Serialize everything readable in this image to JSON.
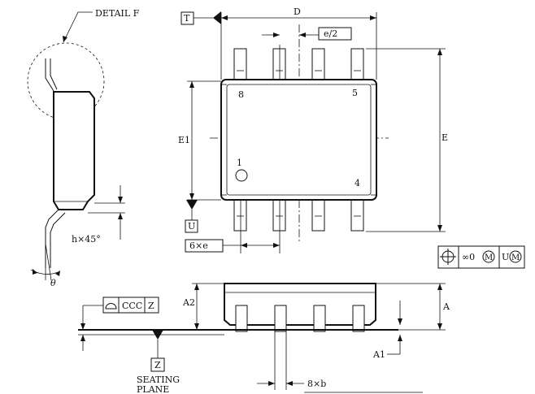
{
  "labels": {
    "detail": "DETAIL F",
    "d": "D",
    "e_half": "e/2",
    "e": "E",
    "e1": "E1",
    "pin8": "8",
    "pin5": "5",
    "pin1": "1",
    "pin4": "4",
    "six_e": "6×e",
    "h45": "h×45°",
    "theta": "θ",
    "a": "A",
    "a1": "A1",
    "a2": "A2",
    "eight_b": "8×b",
    "seating_line1": "SEATING",
    "seating_line2": "PLANE"
  },
  "datums": {
    "t": "T",
    "u": "U",
    "z": "Z"
  },
  "tolerance_fcf": {
    "value": "∞0",
    "modifier": "M",
    "datum": "U",
    "datum_modifier": "M"
  },
  "flatness_fcf": {
    "value": "CCC",
    "datum": "Z"
  },
  "icons": [
    "position-symbol-icon",
    "profile-surface-icon",
    "pin1-marker-icon",
    "datum-triangle-icon"
  ]
}
